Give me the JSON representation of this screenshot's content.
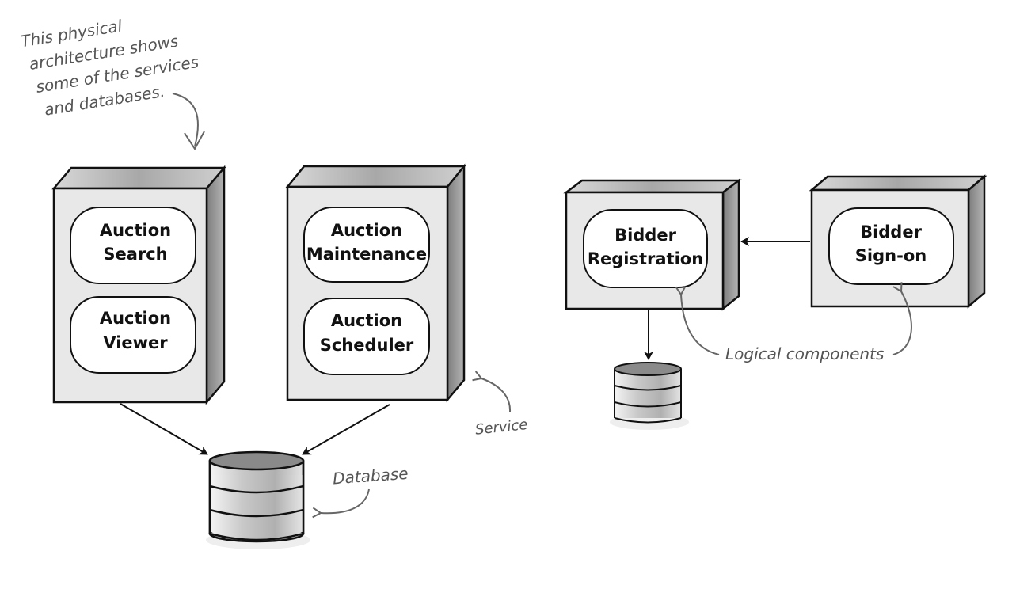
{
  "intro_note": {
    "lines": [
      "This physical",
      "architecture shows",
      "some of the services",
      "and databases."
    ]
  },
  "services": [
    {
      "components": [
        {
          "lines": [
            "Auction",
            "Search"
          ]
        },
        {
          "lines": [
            "Auction",
            "Viewer"
          ]
        }
      ]
    },
    {
      "components": [
        {
          "lines": [
            "Auction",
            "Maintenance"
          ]
        },
        {
          "lines": [
            "Auction",
            "Scheduler"
          ]
        }
      ]
    },
    {
      "components": [
        {
          "lines": [
            "Bidder",
            "Registration"
          ]
        }
      ]
    },
    {
      "components": [
        {
          "lines": [
            "Bidder",
            "Sign-on"
          ]
        }
      ]
    }
  ],
  "annotations": {
    "service": "Service",
    "database": "Database",
    "logical_components": "Logical components"
  },
  "colors": {
    "box_fill": "#e8e8e8",
    "box_top": "#b8b8b8",
    "box_side": "#9a9a9a",
    "stroke": "#111111",
    "handwriting": "#555555"
  }
}
